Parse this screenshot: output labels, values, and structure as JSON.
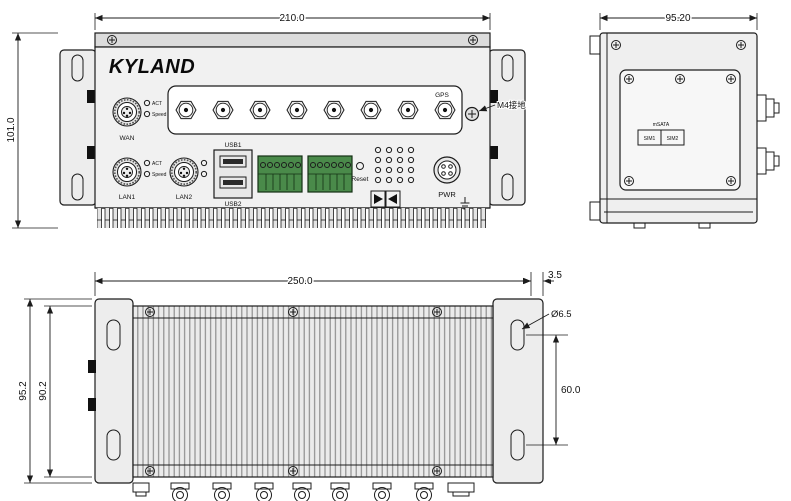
{
  "front_view": {
    "dim_width": "210.0",
    "dim_height": "101.0",
    "logo": "KYLAND",
    "gps_label": "GPS",
    "ground_label": "M4接地",
    "wan_label": "WAN",
    "lan1_label": "LAN1",
    "lan2_label": "LAN2",
    "usb1_label": "USB1",
    "usb2_label": "USB2",
    "reset_label": "Reset",
    "pwr_label": "PWR",
    "led_act_label": "ACT",
    "led_speed_label": "Speed"
  },
  "side_view": {
    "dim_width": "95.20",
    "msata_label": "mSATA",
    "sim1_label": "SIM1",
    "sim2_label": "SIM2"
  },
  "bottom_view": {
    "dim_width": "250.0",
    "dim_lip": "3.5",
    "dim_height_outer": "95.2",
    "dim_height_inner": "90.2",
    "dim_hole_spacing": "60.0",
    "hole_diameter_label": "Ø6.5"
  },
  "colors": {
    "line": "#1c1c1c",
    "fill_light": "#efefef",
    "fill_mid": "#dcdcdc",
    "terminal_green": "#4a8a4a",
    "background": "#ffffff"
  }
}
